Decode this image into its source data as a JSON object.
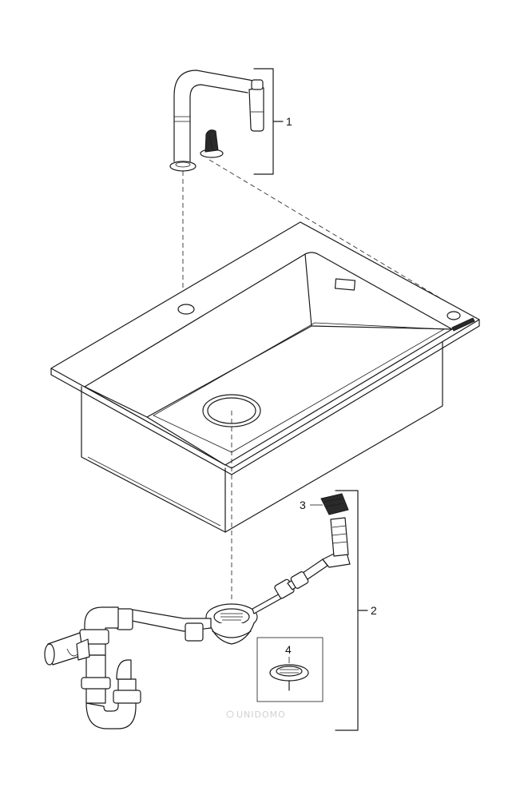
{
  "diagram": {
    "callouts": [
      {
        "id": "1",
        "label": "1"
      },
      {
        "id": "2",
        "label": "2"
      },
      {
        "id": "3",
        "label": "3"
      },
      {
        "id": "4",
        "label": "4"
      }
    ],
    "watermark": "UNIDOMO"
  },
  "colors": {
    "line": "#1a1a1a",
    "background": "#ffffff",
    "watermark": "#d0d0d0"
  }
}
